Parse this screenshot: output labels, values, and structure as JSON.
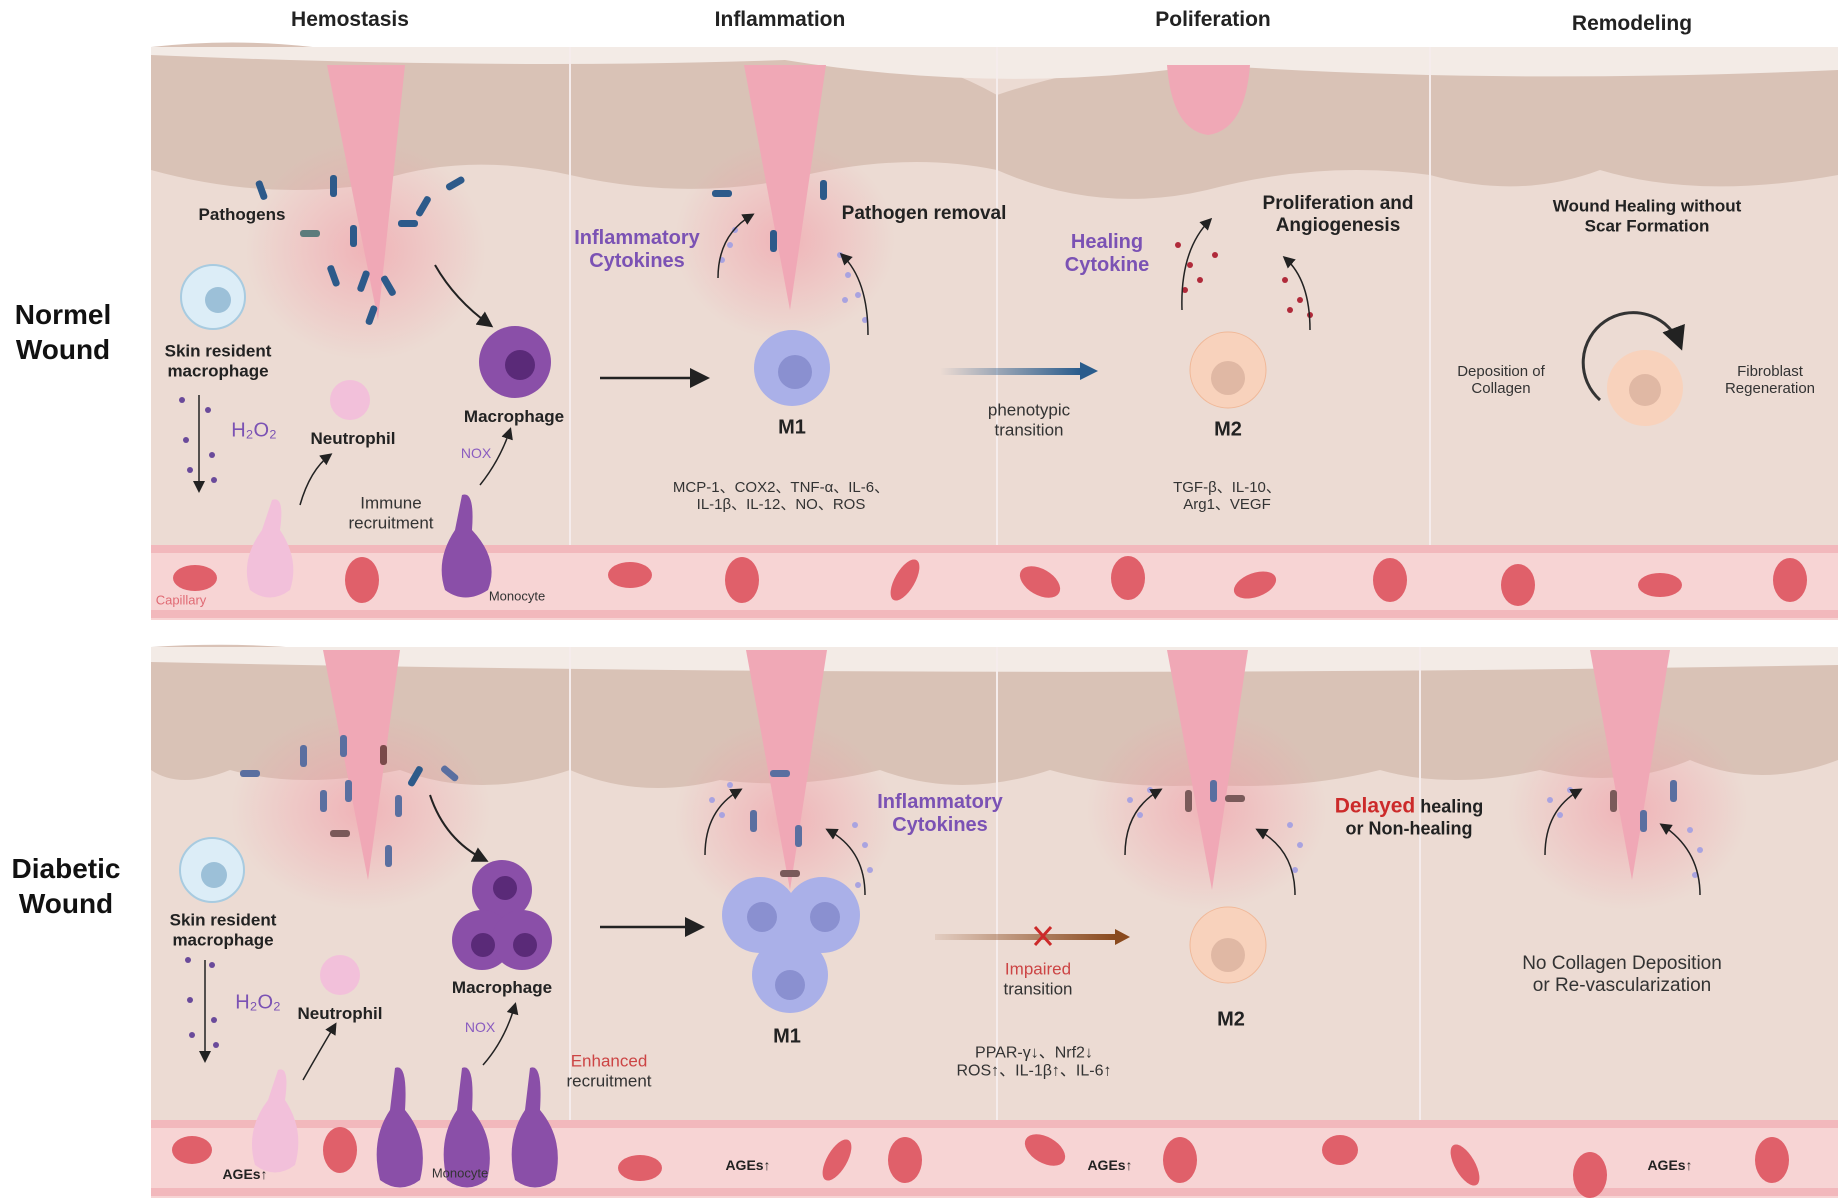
{
  "columns": [
    "Hemostasis",
    "Inflammation",
    "Poliferation",
    "Remodeling"
  ],
  "rows": {
    "normal": {
      "line1": "Normel",
      "line2": "Wound"
    },
    "diabetic": {
      "line1": "Diabetic",
      "line2": "Wound"
    }
  },
  "normal": {
    "pathogens": "Pathogens",
    "skin_macrophage": [
      "Skin resident",
      "macrophage"
    ],
    "h2o2": "H₂O₂",
    "neutrophil": "Neutrophil",
    "macrophage": "Macrophage",
    "nox": "NOX",
    "immune_recruitment": [
      "Immune",
      "recruitment"
    ],
    "capillary": "Capillary",
    "monocyte": "Monocyte",
    "inflammatory_cytokines": [
      "Inflammatory",
      "Cytokines"
    ],
    "pathogen_removal": "Pathogen removal",
    "m1": "M1",
    "m1_markers": [
      "MCP-1、COX2、TNF-α、IL-6、",
      "IL-1β、IL-12、NO、ROS"
    ],
    "transition": [
      "phenotypic",
      "transition"
    ],
    "healing_cytokine": [
      "Healing",
      "Cytokine"
    ],
    "proliferation": [
      "Proliferation and",
      "Angiogenesis"
    ],
    "m2": "M2",
    "m2_markers": [
      "TGF-β、IL-10、",
      "Arg1、VEGF"
    ],
    "wound_healing": [
      "Wound Healing without",
      "Scar Formation"
    ],
    "collagen": [
      "Deposition of",
      "Collagen"
    ],
    "fibroblast": [
      "Fibroblast",
      "Regeneration"
    ]
  },
  "diabetic": {
    "skin_macrophage": [
      "Skin resident",
      "macrophage"
    ],
    "h2o2": "H₂O₂",
    "neutrophil": "Neutrophil",
    "macrophage": "Macrophage",
    "nox": "NOX",
    "enhanced": "Enhanced",
    "recruitment": "recruitment",
    "ages": "AGEs↑",
    "monocyte": "Monocyte",
    "m1": "M1",
    "inflammatory_cytokines": [
      "Inflammatory",
      "Cytokines"
    ],
    "impaired": "Impaired",
    "transition": "transition",
    "markers": [
      "PPAR-γ↓、Nrf2↓",
      "ROS↑、IL-1β↑、IL-6↑"
    ],
    "m2": "M2",
    "delayed": "Delayed",
    "healing": "healing",
    "non_healing": "or Non-healing",
    "no_collagen": [
      "No Collagen Deposition",
      "or Re-vascularization"
    ]
  },
  "colors": {
    "dermis": "#ecdbd3",
    "epidermis": "#d9c2b6",
    "wound": "#f0a8b6",
    "capillary": "#f7d4d4",
    "rbc": "#e0606a",
    "m1": "#aab0e8",
    "m2": "#f8d2bc",
    "macrophage": "#8a4fa8",
    "cytokine_purple": "#7b52b4",
    "delayed_red": "#cc2a2a",
    "normal_arrow": "#2a5c8c",
    "impaired_arrow": "#8a4a1e"
  }
}
